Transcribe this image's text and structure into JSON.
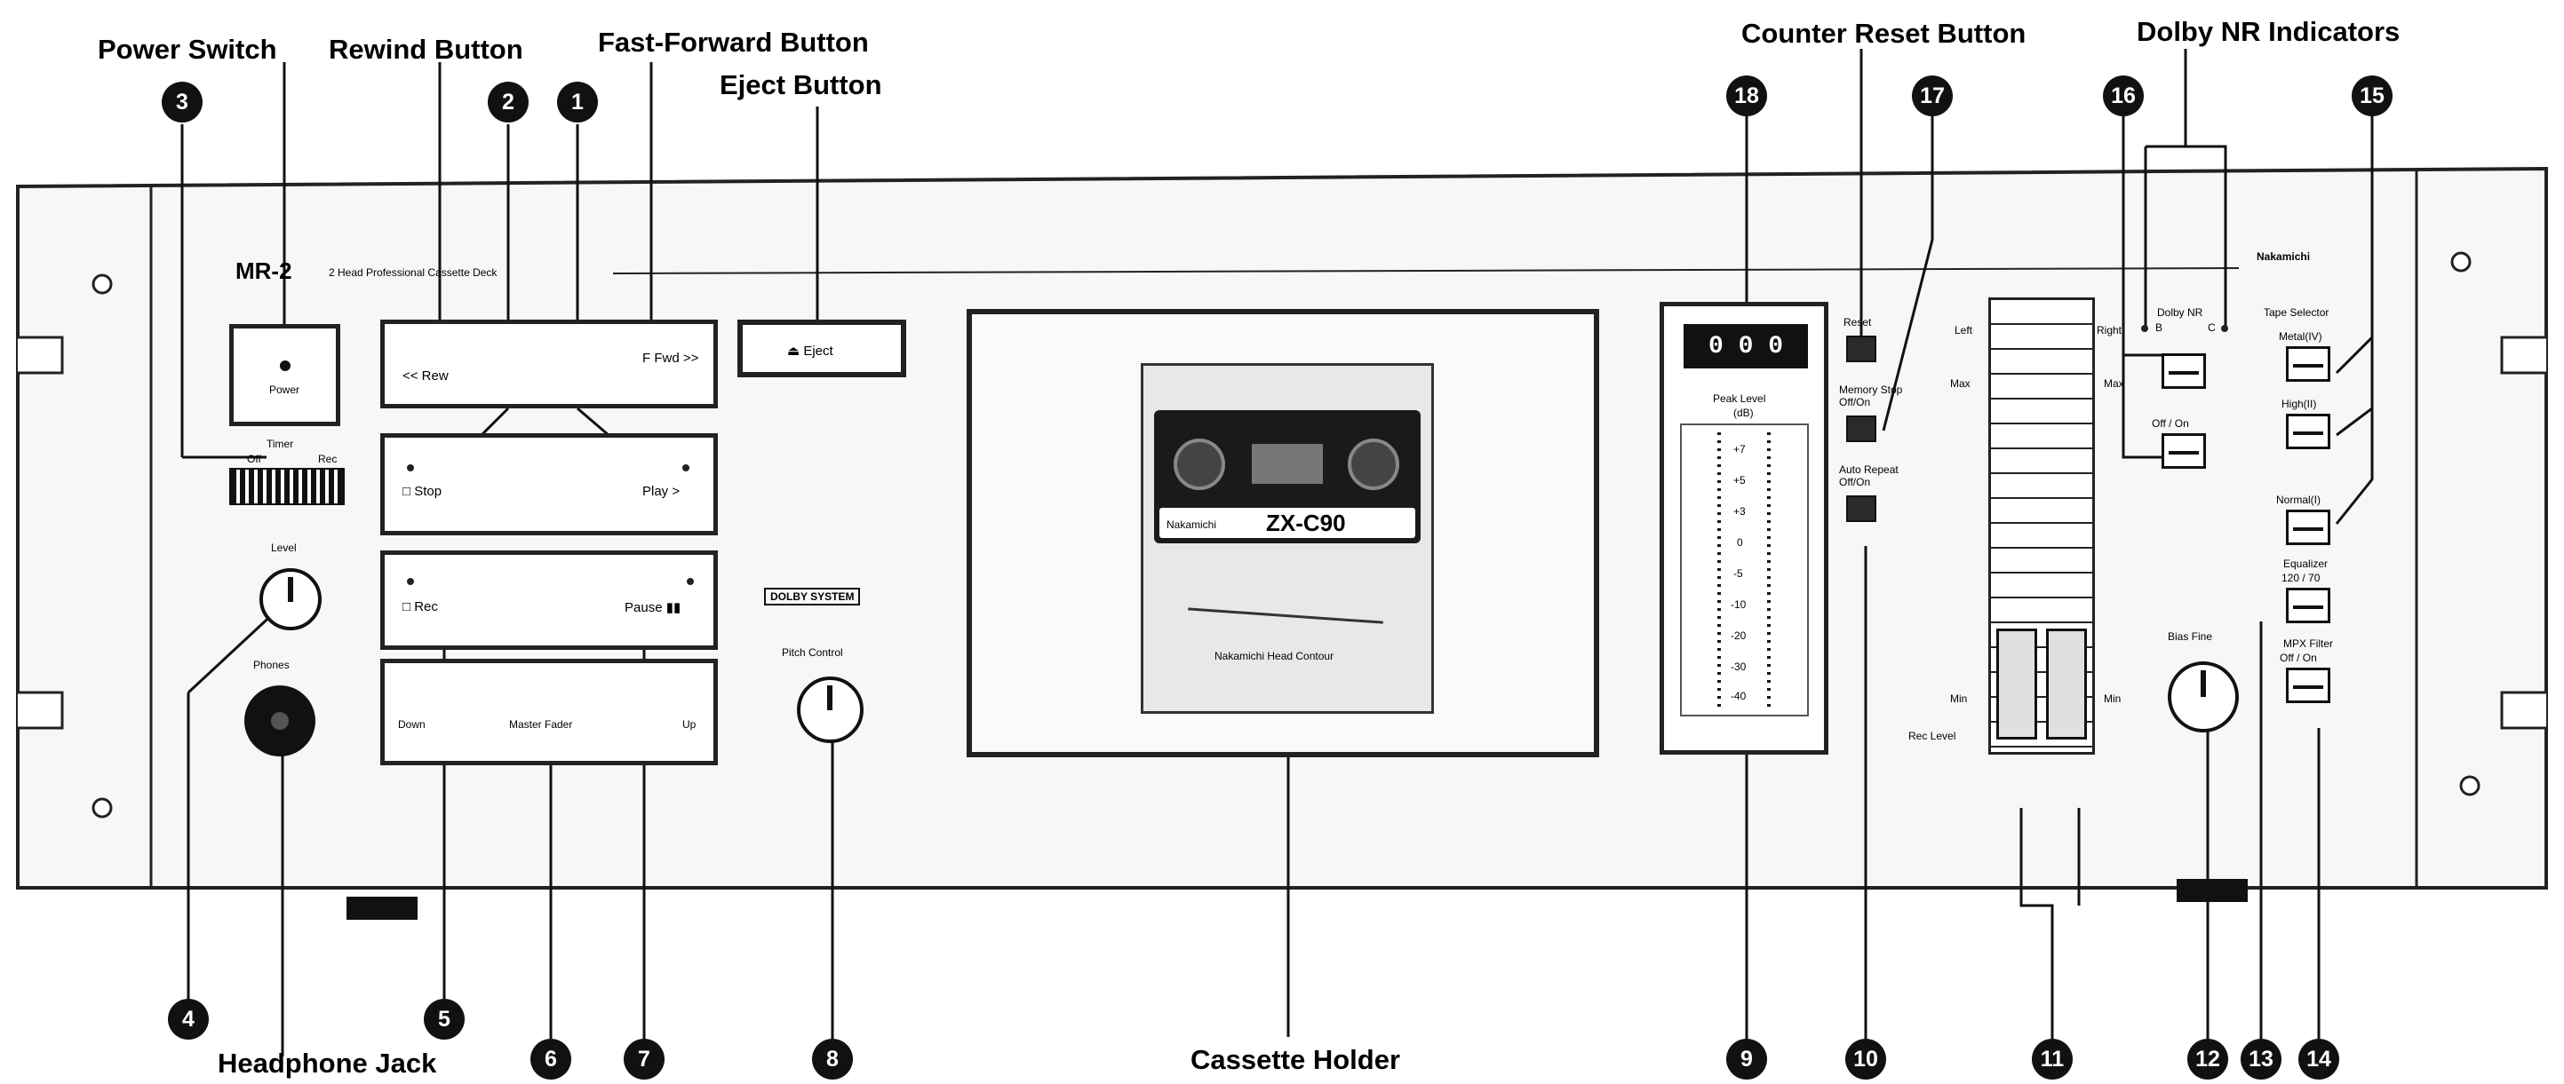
{
  "callouts": {
    "power_switch": "Power Switch",
    "rewind_button": "Rewind Button",
    "fast_forward_button": "Fast-Forward Button",
    "eject_button": "Eject Button",
    "counter_reset_button": "Counter Reset Button",
    "dolby_nr_indicators": "Dolby NR Indicators",
    "headphone_jack": "Headphone Jack",
    "cassette_holder": "Cassette Holder"
  },
  "numbers": {
    "n1": "1",
    "n2": "2",
    "n3": "3",
    "n4": "4",
    "n5": "5",
    "n6": "6",
    "n7": "7",
    "n8": "8",
    "n9": "9",
    "n10": "10",
    "n11": "11",
    "n12": "12",
    "n13": "13",
    "n14": "14",
    "n15": "15",
    "n16": "16",
    "n17": "17",
    "n18": "18"
  },
  "deck": {
    "model": "MR-2",
    "subtitle": "2 Head Professional Cassette Deck",
    "brand": "Nakamichi",
    "power": "Power",
    "timer": "Timer",
    "off": "Off",
    "rec": "Rec",
    "level": "Level",
    "phones": "Phones",
    "rew": "<< Rew",
    "ffwd": "F Fwd >>",
    "stop": "□ Stop",
    "play": "Play >",
    "rec_btn": "□ Rec",
    "pause": "Pause ▮▮",
    "down": "Down",
    "master_fader": "Master Fader",
    "up": "Up",
    "eject": "⏏ Eject",
    "dolby_logo": "DOLBY SYSTEM",
    "pitch_control": "Pitch Control",
    "cassette_label": "ZX-C90",
    "cassette_brand": "Nakamichi",
    "holder_text": "Nakamichi Head Contour",
    "counter": "0 0 0",
    "reset": "Reset",
    "memory_stop": "Memory Stop",
    "memory_stop_sub": "Off/On",
    "auto_repeat": "Auto Repeat",
    "auto_repeat_sub": "Off/On",
    "peak_level": "Peak Level",
    "peak_unit": "(dB)",
    "scale": [
      "+7",
      "+5",
      "+3",
      "0",
      "-5",
      "-10",
      "-20",
      "-30",
      "-40"
    ],
    "left": "Left",
    "right": "Right",
    "max": "Max",
    "min": "Min",
    "rec_level": "Rec Level",
    "dolby_nr": "Dolby NR",
    "dolby_b": "B",
    "dolby_c": "C",
    "dolby_offon": "Off / On",
    "tape_selector": "Tape Selector",
    "metal": "Metal(IV)",
    "high": "High(II)",
    "normal": "Normal(I)",
    "equalizer": "Equalizer",
    "eq_vals": "120 / 70",
    "bias_fine": "Bias Fine",
    "mpx_filter": "MPX Filter",
    "mpx_offon": "Off / On"
  }
}
